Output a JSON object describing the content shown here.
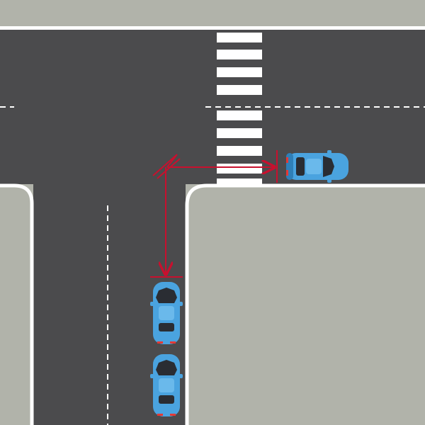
{
  "scene": {
    "description_free": true,
    "colors": {
      "sidewalk": "#b1b3aa",
      "road": "#4b4b4d",
      "curb": "#ffffff",
      "lane_marking": "#ffffff",
      "crosswalk": "#ffffff",
      "measure": "#c8102e",
      "car_body": "#4aa3df",
      "car_body_dark": "#2f7fb8",
      "car_glass": "#2a2d33",
      "car_tail": "#e53935"
    },
    "layout_elements": [
      "horizontal-road",
      "vertical-road",
      "crosswalk",
      "center-dashed-line-horizontal",
      "center-dashed-line-vertical",
      "distance-measure-horizontal",
      "distance-measure-vertical",
      "car-right",
      "car-bottom-1",
      "car-bottom-2"
    ]
  }
}
